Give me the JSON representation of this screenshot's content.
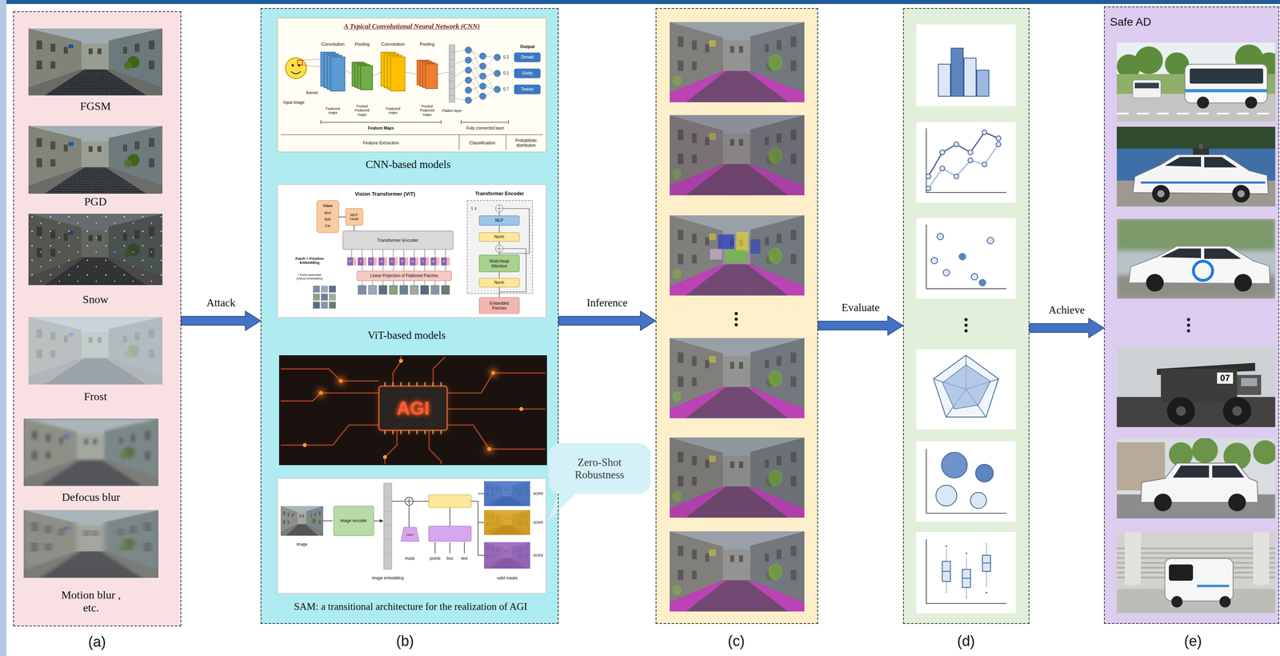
{
  "diagram": {
    "nodes": [
      {
        "text": [
          "FGSM",
          "PGD",
          "Snow",
          "Frost",
          "Defocus blur",
          "Motion blur , etc.",
          "(a)"
        ]
      },
      {
        "text": [
          "CNN-based models",
          "ViT-based models",
          "SAM: a transitional architecture for the realization of AGI",
          "(b)"
        ]
      },
      {
        "text": [
          "Zero-Shot Robustness"
        ]
      },
      {
        "text": [
          "(c)"
        ]
      },
      {
        "text": [
          "(d)"
        ]
      },
      {
        "text": [
          "Safe AD",
          "(e)"
        ]
      }
    ],
    "edges": [
      {
        "from": 0,
        "to": 1,
        "label": "Attack",
        "arrow": "to"
      },
      {
        "from": 1,
        "to": 3,
        "label": "Inference",
        "arrow": "to"
      },
      {
        "from": 3,
        "to": 4,
        "label": "Evaluate",
        "arrow": "to"
      },
      {
        "from": 4,
        "to": 5,
        "label": "Achieve",
        "arrow": "to"
      }
    ],
    "labels": [
      "A Typical Convolutional Neural Network (CNN)",
      "Convolution",
      "Pooling",
      "Convolution",
      "Pooling",
      "Input image",
      "Kernel",
      "Featured maps",
      "Pooled Featured maps",
      "Featured maps",
      "Pooled Featured maps",
      "Flatten layer",
      "Output",
      "0.2",
      "0.1",
      "0.7",
      "Donald",
      "Goofy",
      "Tweety",
      "Feature Maps",
      "Fully connected layer",
      "Feature Extraction",
      "Classification",
      "Probabilistic distribution",
      "Vision Transformer (ViT)",
      "Transformer Encoder",
      "L x",
      "MLP",
      "Norm",
      "Multi-Head Attention",
      "Norm",
      "Embedded Patches",
      "Class",
      "Bird",
      "Ball",
      "Car",
      "MLP Head",
      "Transformer Encoder",
      "0*",
      "1",
      "2",
      "3",
      "4",
      "5",
      "6",
      "7",
      "8",
      "9",
      "Patch + Position Embedding",
      "* Extra learnable [class] embedding",
      "Linear Projection of Flattened Patches",
      "AGI",
      "image",
      "image encoder",
      "image embedding",
      "conv",
      "mask",
      "points",
      "box",
      "text",
      "score",
      "score",
      "score",
      "valid masks",
      "07"
    ]
  }
}
